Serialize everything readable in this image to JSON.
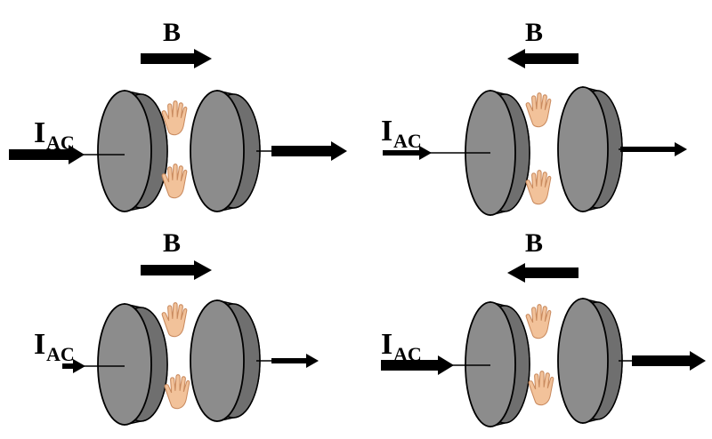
{
  "colors": {
    "plate_face": "#8c8c8c",
    "plate_rim": "#6f6f6f",
    "outline": "#000000",
    "arrow": "#000000",
    "hand": "#f2c29a",
    "hand_line": "#c98a5e"
  },
  "labels": {
    "field": "B",
    "current_main": "I",
    "current_sub": "AC"
  },
  "panels": [
    {
      "field_direction": "right",
      "input_arrow": "thick",
      "output_arrow": "thick"
    },
    {
      "field_direction": "left",
      "input_arrow": "thin",
      "output_arrow": "thin"
    },
    {
      "field_direction": "right",
      "input_arrow": "thin",
      "output_arrow": "thin"
    },
    {
      "field_direction": "left",
      "input_arrow": "thick",
      "output_arrow": "thick"
    }
  ],
  "icons": {
    "hand": "open-hand-icon"
  }
}
